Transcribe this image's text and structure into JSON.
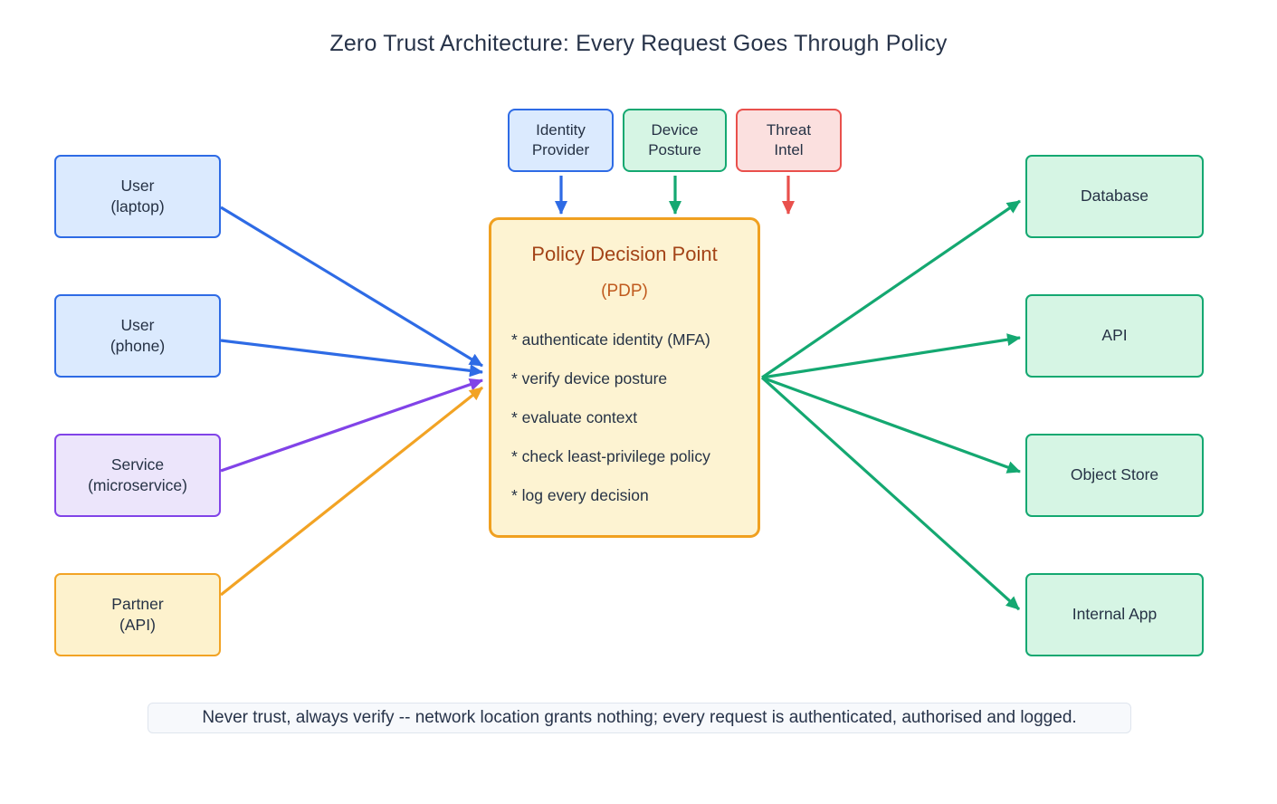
{
  "title": "Zero Trust Architecture: Every Request Goes Through Policy",
  "sources": [
    {
      "label": "User\n(laptop)",
      "color": "blue"
    },
    {
      "label": "User\n(phone)",
      "color": "blue"
    },
    {
      "label": "Service\n(microservice)",
      "color": "purple"
    },
    {
      "label": "Partner\n(API)",
      "color": "orange"
    }
  ],
  "signals": [
    {
      "label": "Identity\nProvider",
      "color": "blue"
    },
    {
      "label": "Device\nPosture",
      "color": "green"
    },
    {
      "label": "Threat\nIntel",
      "color": "red"
    }
  ],
  "pdp": {
    "title": "Policy Decision Point",
    "subtitle": "(PDP)",
    "bullets": [
      "* authenticate identity (MFA)",
      "* verify device posture",
      "* evaluate context",
      "* check least-privilege policy",
      "* log every decision"
    ]
  },
  "targets": [
    {
      "label": "Database"
    },
    {
      "label": "API"
    },
    {
      "label": "Object Store"
    },
    {
      "label": "Internal App"
    }
  ],
  "note": "Never trust, always verify -- network location grants nothing; every request is authenticated, authorised and logged.",
  "colors": {
    "blue": "#2e6be5",
    "green": "#14a871",
    "purple": "#8143e8",
    "orange": "#f2a324",
    "red": "#e9504c",
    "blue_fill": "#dbeafe",
    "green_fill": "#d6f5e4",
    "purple_fill": "#ece5fb",
    "orange_fill": "#fdf2cd",
    "red_fill": "#fbe0df",
    "pdp_fill": "#fdf3d2",
    "pdp_border": "#f0a020",
    "pdp_title_text": "#a34317",
    "pdp_subtitle_text": "#c05a1e",
    "text": "#263245"
  }
}
